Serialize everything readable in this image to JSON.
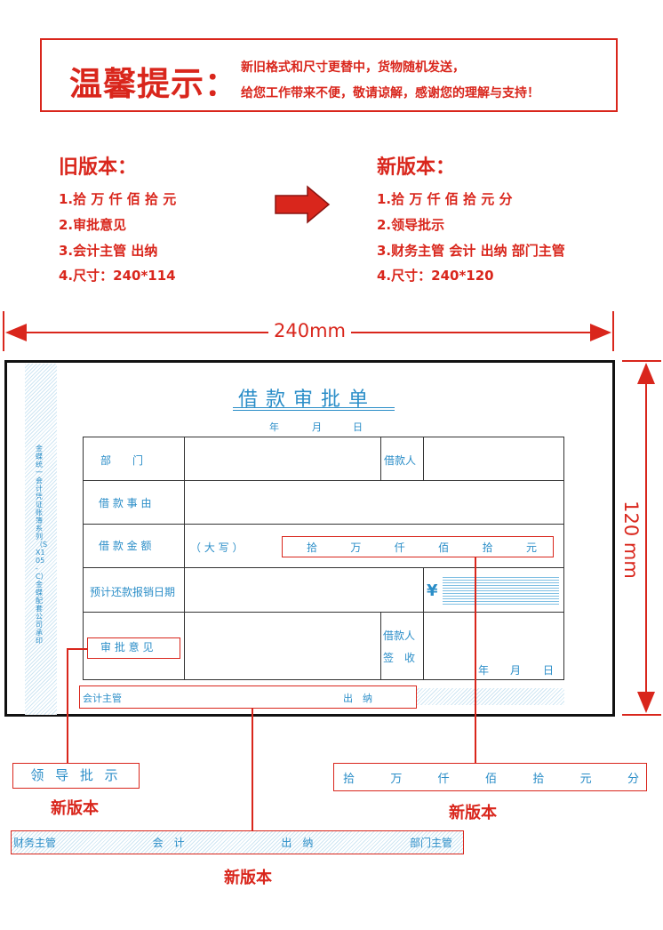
{
  "notice": {
    "title": "温馨提示：",
    "line1": "新旧格式和尺寸更替中，货物随机发送，",
    "line2": "给您工作带来不便，敬请谅解，感谢您的理解与支持！"
  },
  "old_version": {
    "heading": "旧版本：",
    "items": [
      "1.拾 万 仟 佰 拾 元",
      "2.审批意见",
      "3.会计主管  出纳",
      "4.尺寸：240*114"
    ]
  },
  "new_version": {
    "heading": "新版本：",
    "items": [
      "1.拾 万 仟 佰 拾 元 分",
      "2.领导批示",
      "3.财务主管  会计 出纳 部门主管",
      "4.尺寸：240*120"
    ]
  },
  "dimensions": {
    "width": "240mm",
    "height": "120 mm"
  },
  "colors": {
    "accent": "#d9261c",
    "form_blue": "#2b8ec8"
  },
  "form": {
    "title": "借款审批单",
    "date_labels": [
      "年",
      "月",
      "日"
    ],
    "side_text": "金蝶统一会计凭证账簿系列（SX105-C）金蝶配套公司承印",
    "rows": {
      "department": "部　　门",
      "borrower": "借款人",
      "reason": "借 款 事 由",
      "amount": "借 款 金 额",
      "capital": "（ 大 写 ）",
      "amount_units": [
        "拾",
        "万",
        "仟",
        "佰",
        "拾",
        "元"
      ],
      "yen": "¥",
      "repay_date": "预计还款报销日期",
      "approval": "审 批 意 见",
      "borrower_sign_1": "借款人",
      "borrower_sign_2": "签　收",
      "sign_date": [
        "年",
        "月",
        "日"
      ],
      "footer_left": "会计主管",
      "footer_right": "出　纳"
    }
  },
  "callouts": {
    "leader_box": "领 导 批 示",
    "units_box": [
      "拾",
      "万",
      "仟",
      "佰",
      "拾",
      "元",
      "分"
    ],
    "footer_box": [
      "财务主管",
      "会　计",
      "出　纳",
      "部门主管"
    ],
    "tag": "新版本"
  }
}
